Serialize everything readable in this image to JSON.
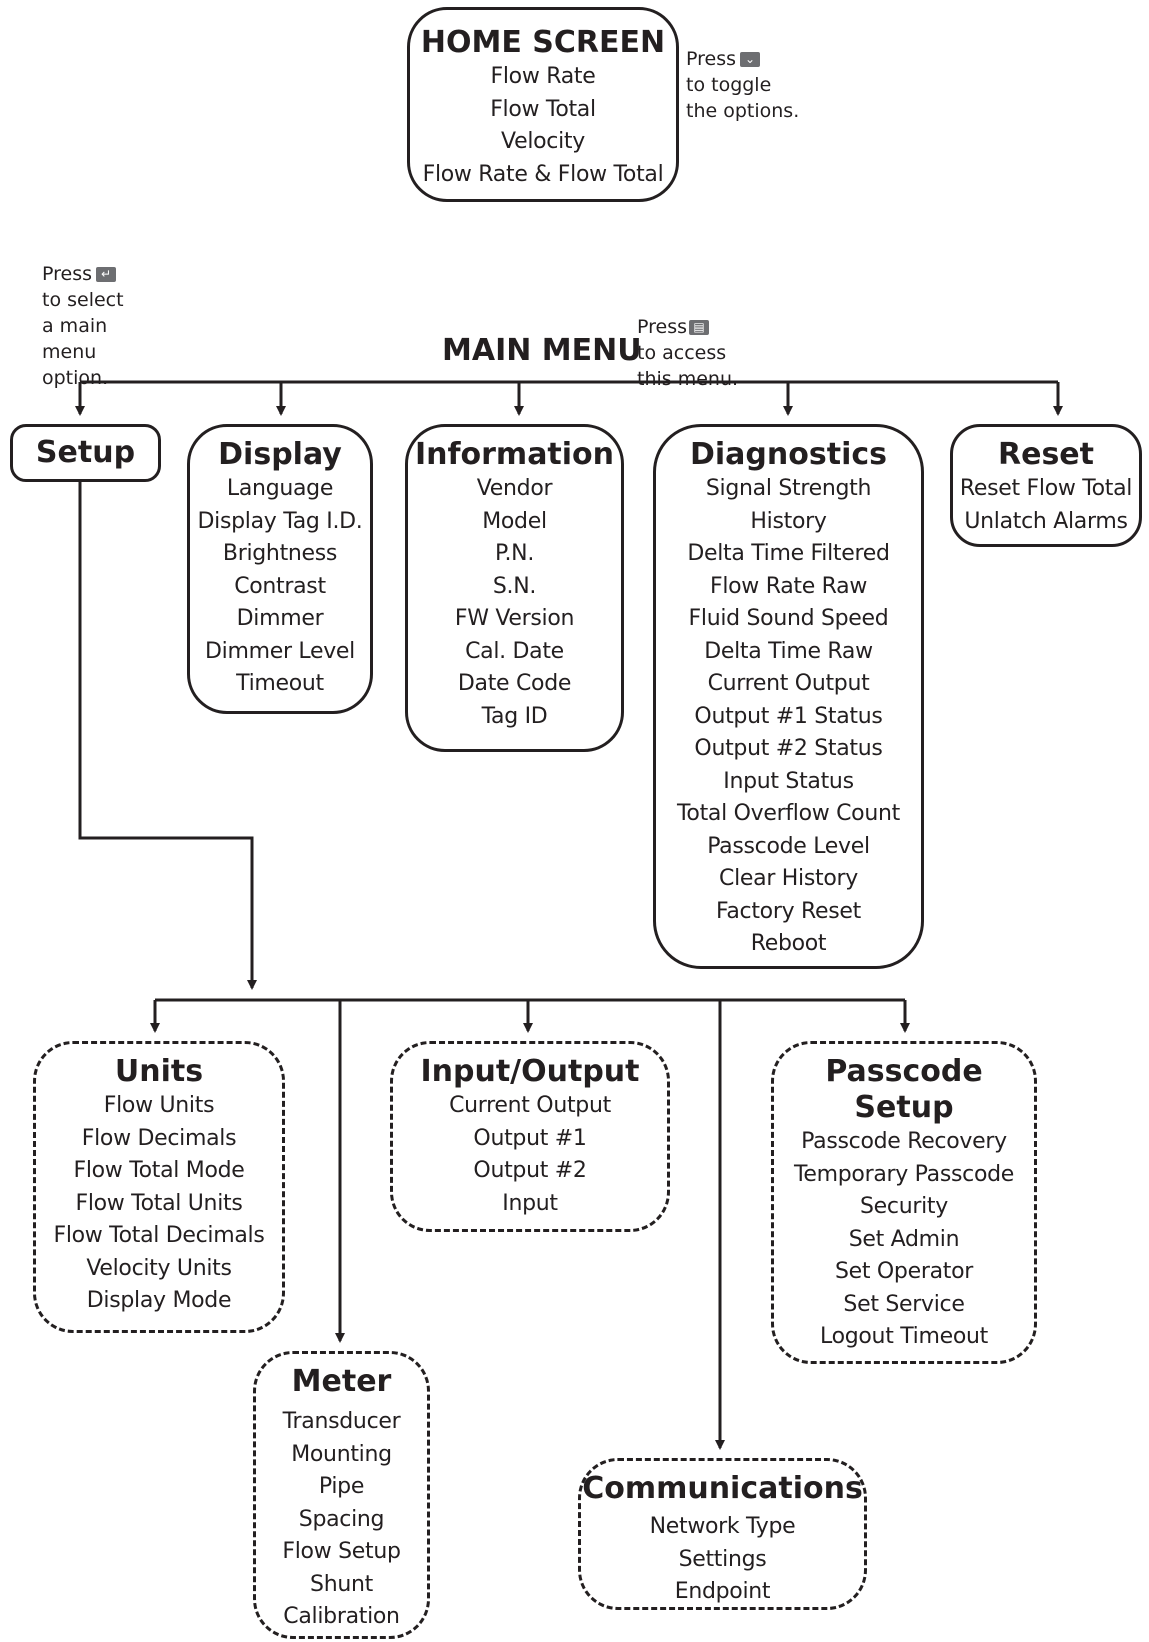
{
  "home_screen": {
    "title": "HOME SCREEN",
    "items": [
      "Flow Rate",
      "Flow Total",
      "Velocity",
      "Flow Rate & Flow Total"
    ]
  },
  "notes": {
    "toggle": {
      "line1": "Press",
      "rest": "to toggle\nthe options.",
      "icon": "down-arrow-key-icon"
    },
    "select": {
      "line1": "Press",
      "rest": "to select\na main\nmenu\noption.",
      "icon": "enter-key-icon"
    },
    "access": {
      "line1": "Press",
      "rest": "to access\nthis menu.",
      "icon": "menu-key-icon"
    }
  },
  "main_menu": {
    "label": "MAIN MENU"
  },
  "menus": {
    "setup": {
      "title": "Setup",
      "items": []
    },
    "display": {
      "title": "Display",
      "items": [
        "Language",
        "Display Tag I.D.",
        "Brightness",
        "Contrast",
        "Dimmer",
        "Dimmer Level",
        "Timeout"
      ]
    },
    "information": {
      "title": "Information",
      "items": [
        "Vendor",
        "Model",
        "P.N.",
        "S.N.",
        "FW Version",
        "Cal. Date",
        "Date Code",
        "Tag ID"
      ]
    },
    "diagnostics": {
      "title": "Diagnostics",
      "items": [
        "Signal Strength",
        "History",
        "Delta Time Filtered",
        "Flow Rate Raw",
        "Fluid Sound Speed",
        "Delta Time Raw",
        "Current Output",
        "Output #1 Status",
        "Output #2 Status",
        "Input Status",
        "Total Overflow Count",
        "Passcode Level",
        "Clear History",
        "Factory Reset",
        "Reboot"
      ]
    },
    "reset": {
      "title": "Reset",
      "items": [
        "Reset Flow Total",
        "Unlatch Alarms"
      ]
    }
  },
  "setup_submenus": {
    "units": {
      "title": "Units",
      "items": [
        "Flow Units",
        "Flow Decimals",
        "Flow Total Mode",
        "Flow Total Units",
        "Flow Total Decimals",
        "Velocity Units",
        "Display Mode"
      ]
    },
    "input_output": {
      "title": "Input/Output",
      "items": [
        "Current Output",
        "Output #1",
        "Output #2",
        "Input"
      ]
    },
    "passcode_setup": {
      "title_line1": "Passcode",
      "title_line2": "Setup",
      "items": [
        "Passcode Recovery",
        "Temporary Passcode",
        "Security",
        "Set Admin",
        "Set Operator",
        "Set Service",
        "Logout Timeout"
      ]
    },
    "meter": {
      "title": "Meter",
      "items": [
        "Transducer",
        "Mounting",
        "Pipe",
        "Spacing",
        "Flow Setup",
        "Shunt",
        "Calibration"
      ]
    },
    "communications": {
      "title": "Communications",
      "items": [
        "Network Type",
        "Settings",
        "Endpoint"
      ]
    }
  },
  "colors": {
    "ink": "#231f20",
    "key_icon": "#6d6e71",
    "background": "#ffffff"
  }
}
